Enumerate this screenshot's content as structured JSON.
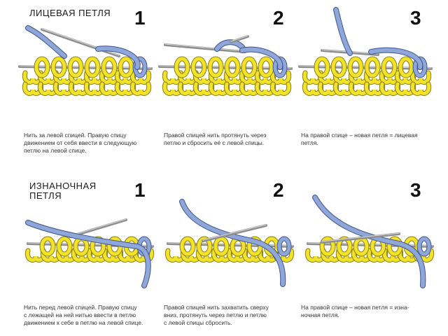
{
  "sections": [
    {
      "title_lines": [
        "ЛИЦЕВАЯ ПЕТЛЯ"
      ],
      "steps": [
        {
          "number": "1",
          "caption_lines": [
            "Нить за левой спицей. Правую спицу",
            "движением от себя ввести в следующую",
            "петлю на левой спице."
          ]
        },
        {
          "number": "2",
          "caption_lines": [
            "Правой спицей нить протянуть через",
            "петлю и сбросить её с левой спицы."
          ]
        },
        {
          "number": "3",
          "caption_lines": [
            "На правой спице – новая петля = лицевая",
            "петля."
          ]
        }
      ]
    },
    {
      "title_lines": [
        "ИЗНАНОЧНАЯ",
        "ПЕТЛЯ"
      ],
      "steps": [
        {
          "number": "1",
          "caption_lines": [
            "Нить перед левой спицей. Правую спицу",
            "с лежащей на ней нитью ввести в петлю",
            "движением к себе в петлю на левой спице."
          ]
        },
        {
          "number": "2",
          "caption_lines": [
            "Правой спицей нить захватить сверху",
            "вниз, протянуть через петлю и петлю",
            "с левой спицы сбросить."
          ]
        },
        {
          "number": "3",
          "caption_lines": [
            "На правой спице – новая петля = изна-",
            "ночная петля."
          ]
        }
      ]
    }
  ],
  "colors": {
    "yarn_fabric": "#f2e22a",
    "yarn_fabric_outline": "#8a7f10",
    "yarn_working": "#8fa6d8",
    "yarn_working_outline": "#3e5592",
    "needle": "#8d8d8d"
  }
}
